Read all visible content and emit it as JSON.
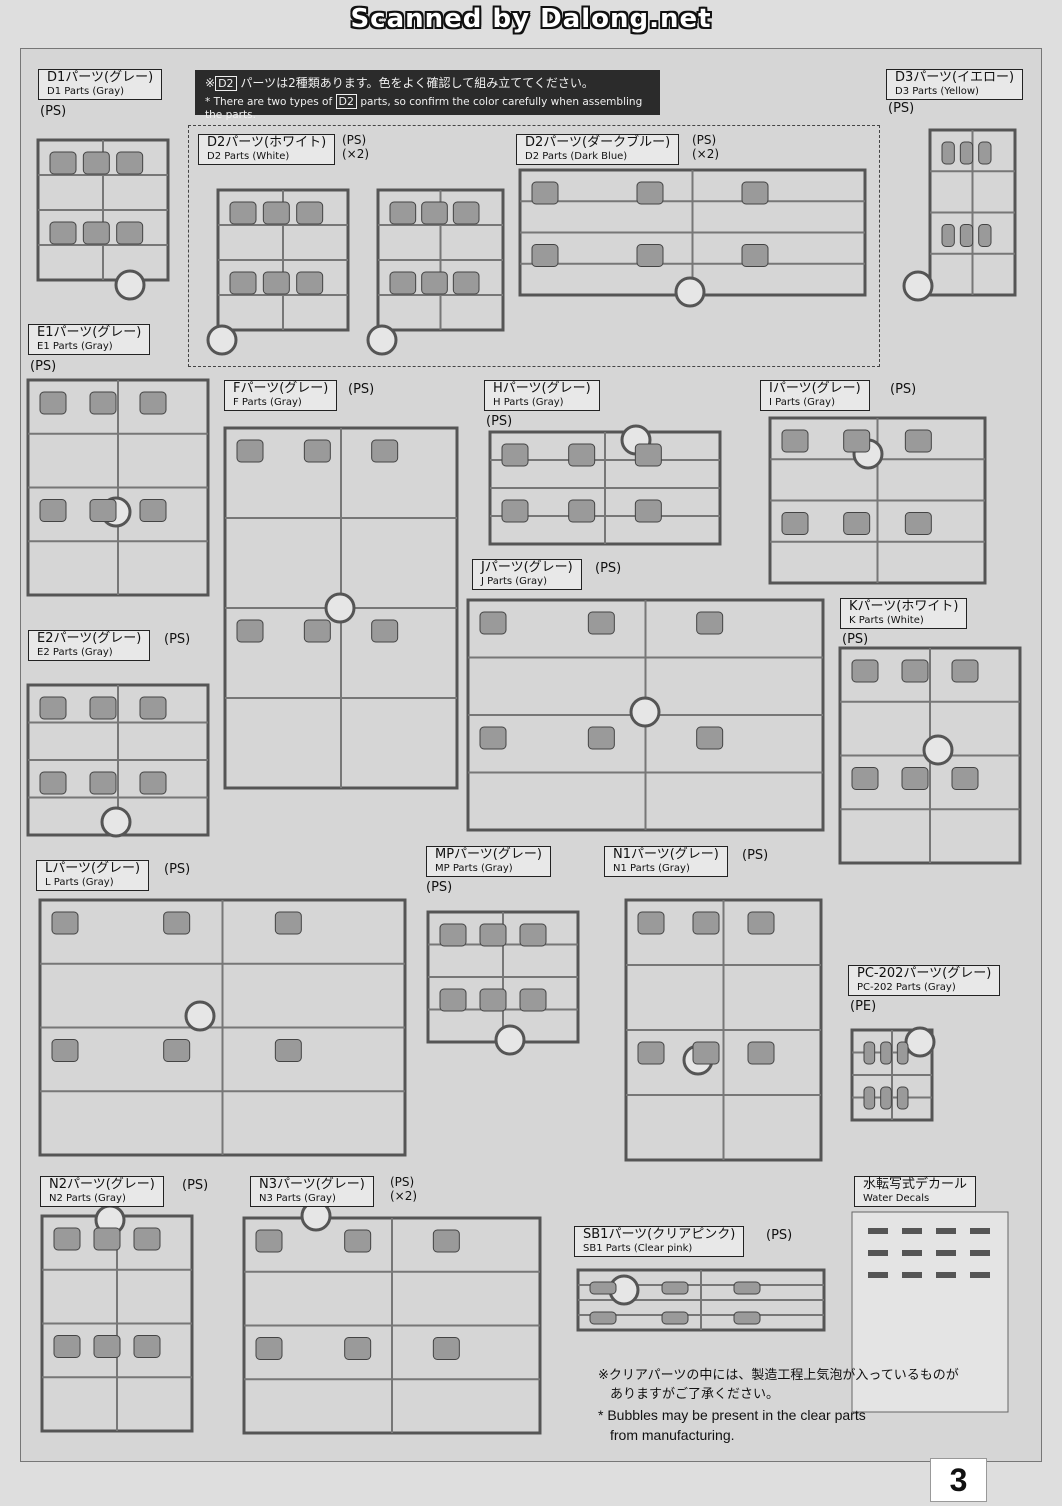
{
  "watermark": "Scanned by Dalong.net",
  "notice": {
    "jp_prefix": "※",
    "jp_tag": "D2",
    "jp_text": "パーツは2種類あります。色をよく確認して組み立ててください。",
    "en_prefix": "* There are two types of",
    "en_tag": "D2",
    "en_text": "parts, so confirm the color carefully when assembling the parts."
  },
  "parts": {
    "d1": {
      "jp": "D1パーツ(グレー)",
      "en": "D1 Parts (Gray)",
      "mat": "(PS)"
    },
    "d2w": {
      "jp": "D2パーツ(ホワイト)",
      "en": "D2 Parts (White)",
      "mat": "(PS)",
      "qty": "(×2)"
    },
    "d2b": {
      "jp": "D2パーツ(ダークブルー)",
      "en": "D2 Parts (Dark Blue)",
      "mat": "(PS)",
      "qty": "(×2)"
    },
    "d3": {
      "jp": "D3パーツ(イエロー)",
      "en": "D3 Parts (Yellow)",
      "mat": "(PS)"
    },
    "e1": {
      "jp": "E1パーツ(グレー)",
      "en": "E1 Parts (Gray)",
      "mat": "(PS)"
    },
    "f": {
      "jp": "Fパーツ(グレー)",
      "en": "F Parts (Gray)",
      "mat": "(PS)"
    },
    "h": {
      "jp": "Hパーツ(グレー)",
      "en": "H Parts (Gray)",
      "mat": "(PS)"
    },
    "i": {
      "jp": "Iパーツ(グレー)",
      "en": "I Parts (Gray)",
      "mat": "(PS)"
    },
    "j": {
      "jp": "Jパーツ(グレー)",
      "en": "J Parts (Gray)",
      "mat": "(PS)"
    },
    "k": {
      "jp": "Kパーツ(ホワイト)",
      "en": "K Parts (White)",
      "mat": "(PS)"
    },
    "e2": {
      "jp": "E2パーツ(グレー)",
      "en": "E2 Parts (Gray)",
      "mat": "(PS)"
    },
    "l": {
      "jp": "Lパーツ(グレー)",
      "en": "L Parts (Gray)",
      "mat": "(PS)"
    },
    "mp": {
      "jp": "MPパーツ(グレー)",
      "en": "MP Parts (Gray)",
      "mat": "(PS)"
    },
    "n1": {
      "jp": "N1パーツ(グレー)",
      "en": "N1 Parts (Gray)",
      "mat": "(PS)"
    },
    "pc202": {
      "jp": "PC-202パーツ(グレー)",
      "en": "PC-202 Parts (Gray)",
      "mat": "(PE)"
    },
    "n2": {
      "jp": "N2パーツ(グレー)",
      "en": "N2 Parts (Gray)",
      "mat": "(PS)"
    },
    "n3": {
      "jp": "N3パーツ(グレー)",
      "en": "N3 Parts (Gray)",
      "mat": "(PS)",
      "qty": "(×2)"
    },
    "sb1": {
      "jp": "SB1パーツ(クリアピンク)",
      "en": "SB1 Parts (Clear pink)",
      "mat": "(PS)"
    },
    "decal": {
      "jp": "水転写式デカール",
      "en": "Water Decals"
    }
  },
  "bubble_note": {
    "jp1": "※クリアパーツの中には、製造工程上気泡が入っているものが",
    "jp2": "ありますがご了承ください。",
    "en1": "* Bubbles may be present in the clear parts",
    "en2": "from manufacturing."
  },
  "page_number": "3"
}
